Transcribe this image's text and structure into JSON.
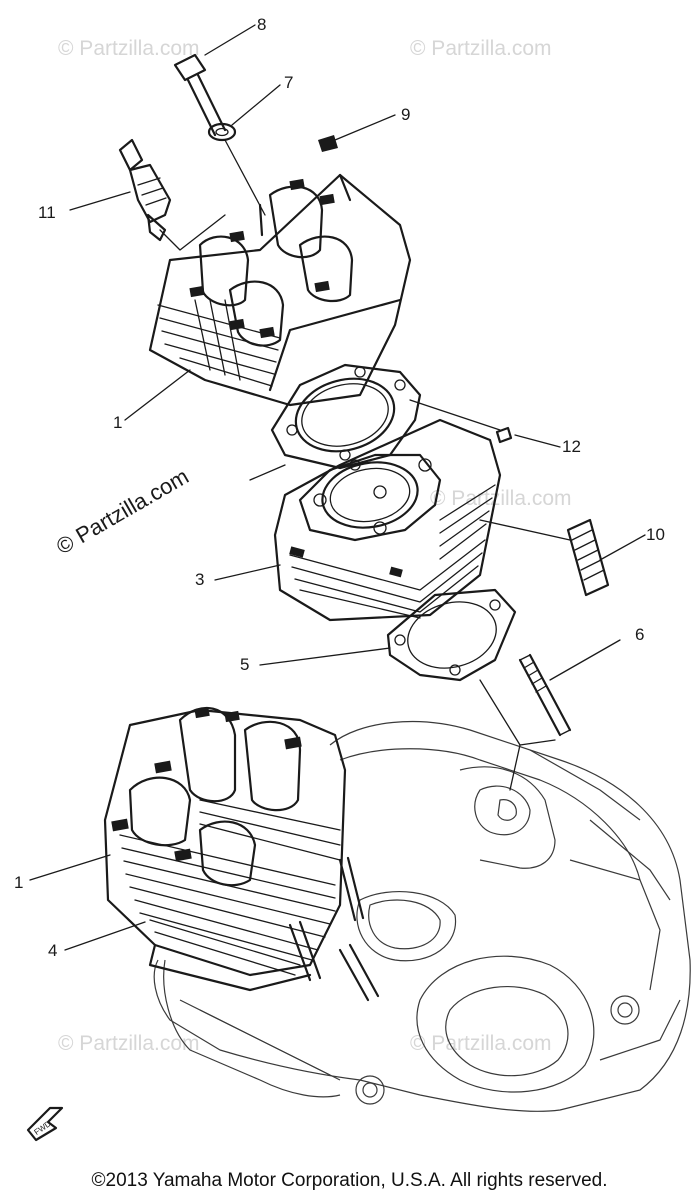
{
  "callouts": {
    "c8": "8",
    "c7": "7",
    "c9": "9",
    "c11": "11",
    "c1a": "1",
    "c12": "12",
    "c10": "10",
    "c3": "3",
    "c5": "5",
    "c6": "6",
    "c1b": "1",
    "c4": "4"
  },
  "watermarks": {
    "main": "© Partzilla.com",
    "faint": "© Partzilla.com"
  },
  "fwd_label": "FWD",
  "copyright": "©2013 Yamaha Motor Corporation, U.S.A. All rights reserved."
}
